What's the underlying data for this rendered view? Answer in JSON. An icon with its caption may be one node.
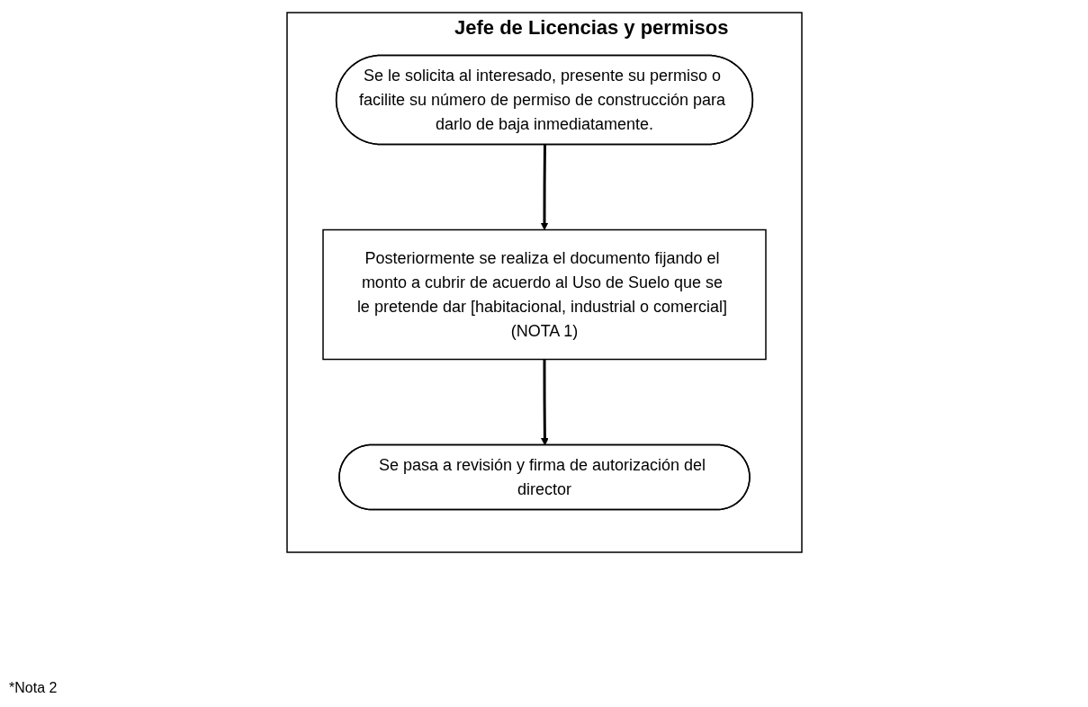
{
  "diagram": {
    "nodes": [
      {
        "text": [
          "Jefe de Licencias y permisos"
        ]
      },
      {
        "text": [
          "Se le solicita al interesado, presente su permiso o facilite su número de permiso de construcción para darlo de baja inmediatamente."
        ],
        "in": 0
      },
      {
        "text": [
          "Posteriormente se realiza el documento fijando el monto a cubrir de acuerdo al Uso de Suelo que se le pretende dar [habitacional, industrial o comercial] (NOTA 1)"
        ],
        "in": 0
      },
      {
        "text": [
          "Se pasa a revisión y firma de autorización del director"
        ],
        "in": 0
      }
    ],
    "edges": [
      {
        "from": 1,
        "to": 2,
        "arrow": "to"
      },
      {
        "from": 2,
        "to": 3,
        "arrow": "to"
      }
    ],
    "labels": [
      "*Nota 2"
    ]
  }
}
